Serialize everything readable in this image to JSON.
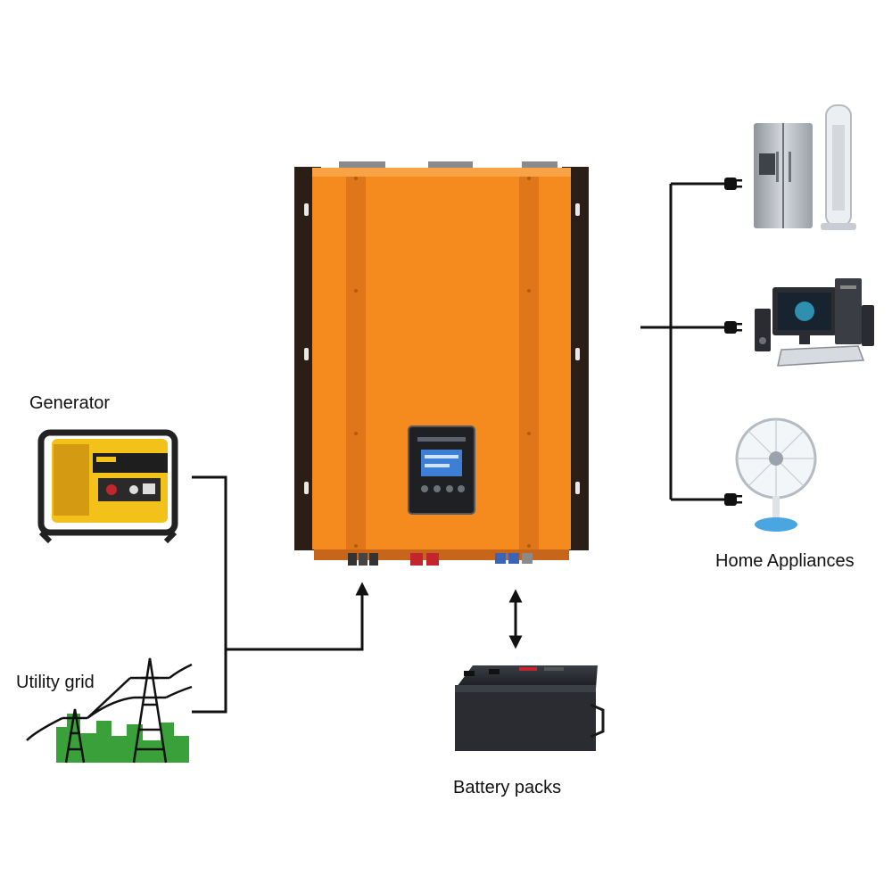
{
  "labels": {
    "generator": "Generator",
    "utility_grid": "Utility grid",
    "battery_packs": "Battery packs",
    "home_appliances": "Home Appliances"
  },
  "colors": {
    "inverter_body": "#f58a1f",
    "inverter_dark": "#e0761a",
    "bracket": "#2a1e16",
    "wire": "#111111",
    "generator_yellow": "#f2c21b",
    "grass": "#3aa13a",
    "appliance_silver": "#b9bec6",
    "fan_blue": "#4aa6e0"
  },
  "icons": {
    "generator": "generator-icon",
    "utility_grid": "power-tower-icon",
    "inverter": "hybrid-inverter-icon",
    "battery": "battery-icon",
    "refrigerator": "refrigerator-icon",
    "tower_fan": "tower-fan-icon",
    "computer": "desktop-computer-icon",
    "desk_fan": "desk-fan-icon",
    "plug": "plug-icon"
  }
}
